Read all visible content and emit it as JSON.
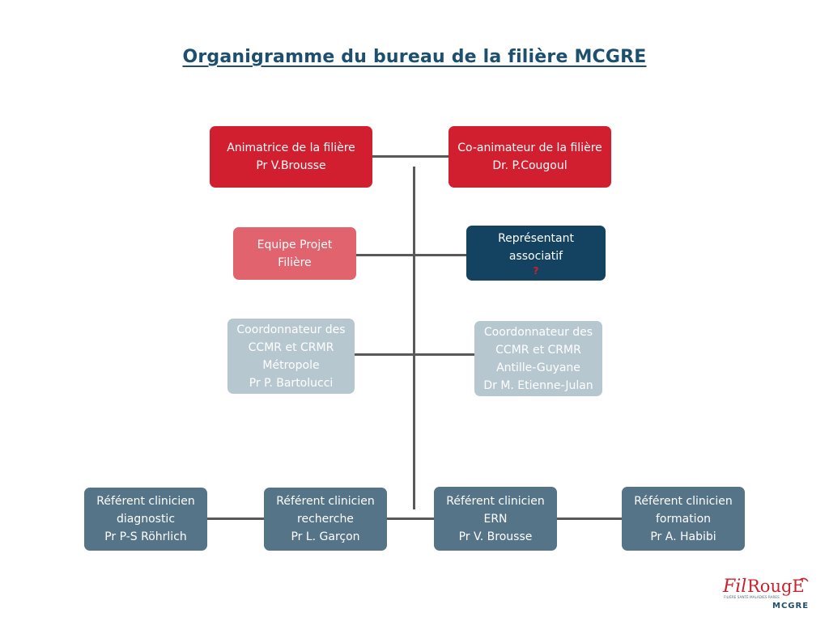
{
  "title": "Organigramme du bureau de la filière MCGRE",
  "boxes": {
    "animatrice": {
      "line1": "Animatrice de la filière",
      "line2": "Pr V.Brousse"
    },
    "coanimateur": {
      "line1": "Co-animateur de la filière",
      "line2": "Dr. P.Cougoul"
    },
    "equipe_projet": {
      "line1": "Equipe Projet",
      "line2": "Filière"
    },
    "representant": {
      "line1": "Représentant",
      "line2": "associatif",
      "line3": "?"
    },
    "coord_metropole": {
      "line1": "Coordonnateur des",
      "line2": "CCMR et CRMR",
      "line3": "Métropole",
      "line4": "Pr P. Bartolucci"
    },
    "coord_antilles": {
      "line1": "Coordonnateur des",
      "line2": "CCMR et CRMR",
      "line3": "Antille-Guyane",
      "line4": "Dr M. Etienne-Julan"
    },
    "ref_diagnostic": {
      "line1": "Référent clinicien",
      "line2": "diagnostic",
      "line3": "Pr P-S Röhrlich"
    },
    "ref_recherche": {
      "line1": "Référent clinicien",
      "line2": "recherche",
      "line3": "Pr L. Garçon"
    },
    "ref_ern": {
      "line1": "Référent clinicien",
      "line2": "ERN",
      "line3": "Pr V. Brousse"
    },
    "ref_formation": {
      "line1": "Référent clinicien",
      "line2": "formation",
      "line3": "Pr A. Habibi"
    }
  },
  "logo": {
    "name": "FilRougE",
    "tagline": "FILIÈRE SANTÉ MALADIES RARES",
    "sub": "MCGRE"
  },
  "colors": {
    "title": "#1d4f6e",
    "red": "#d11f2f",
    "pink": "#e0636e",
    "navy": "#134361",
    "grey": "#b7c7d0",
    "slate": "#557487",
    "connector": "#595959"
  }
}
